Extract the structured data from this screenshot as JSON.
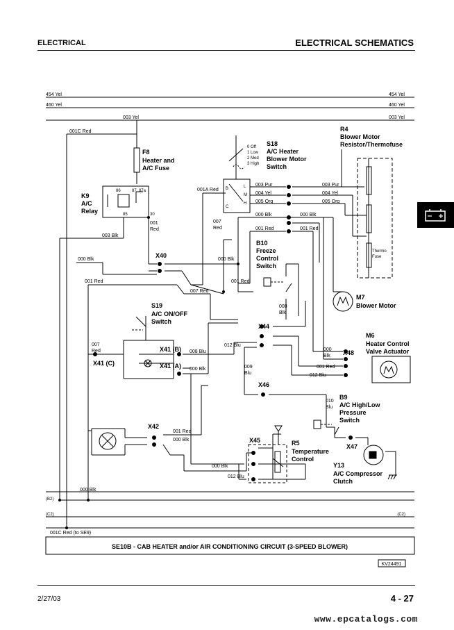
{
  "header": {
    "section": "ELECTRICAL",
    "title": "ELECTRICAL SCHEMATICS"
  },
  "footer": {
    "date": "2/27/03",
    "page": "4 - 27",
    "watermark": "www.epcatalogs.com"
  },
  "caption": "SE10B - CAB HEATER and/or AIR CONDITIONING CIRCUIT (3-SPEED BLOWER)",
  "figure_id": "KV24491",
  "wires": {
    "w454_left": "454 Yel",
    "w454_right": "454 Yel",
    "w460_left": "460 Yel",
    "w460_right": "460 Yel",
    "w003_top": "003 Yel",
    "w003_right": "003 Yel",
    "w001c_top": "001C Red",
    "w001c_bottom": "001C Red (to SE9)",
    "w003_blk": "003 Blk",
    "w000_blk_left": "000 Blk",
    "w001_red_f8a": "001",
    "w001_red_f8b": "Red",
    "w001a_red": "001A Red",
    "w007_a": "007",
    "w007_b": "Red",
    "w000_blk_x40": "000 Blk",
    "w001_red_left": "001 Red",
    "w001_red_mid": "001 Red",
    "w007_red_mid": "007 Red",
    "w003_pur_a": "003 Pur",
    "w004_yel_a": "004 Yel",
    "w005_org_a": "005 Org",
    "w003_pur_b": "003 Pur",
    "w004_yel_b": "004 Yel",
    "w005_org_b": "005 Org",
    "w000_blk_s18": "000 Blk",
    "w001_red_s18": "001 Red",
    "w000_blk_b": "000 Blk",
    "w001_red_b": "001 Red",
    "w008_a": "008",
    "w008_b": "Blk",
    "w012_blu_x44": "012 Blu",
    "w009_a": "009",
    "w009_b": "Blu",
    "w007_x41_a": "007",
    "w007_x41_b": "Red",
    "w008_blu": "008 Blu",
    "w000_blk_x41": "000 Blk",
    "w000_x48_a": "000",
    "w000_x48_b": "Blk",
    "w001_red_x48": "001 Red",
    "w012_blu_x48": "012 Blu",
    "w010_a": "010",
    "w010_b": "Blu",
    "w001_red_x42": "001 Red",
    "w000_blk_x42": "000 Blk",
    "w000_blk_x45": "000 Blk",
    "w012_blu_x45": "012 Blu",
    "w000_blk_bottom": "000 Blk",
    "ref_b2_left": "(B2)",
    "ref_c2_left": "(C2)",
    "ref_c2_right": "(C2)"
  },
  "components": {
    "f8": {
      "id": "F8",
      "name": [
        "Heater and",
        "A/C Fuse"
      ]
    },
    "k9": {
      "id": "K9",
      "name": [
        "A/C",
        "Relay"
      ],
      "pins": [
        "86",
        "87",
        "87a",
        "85",
        "30"
      ]
    },
    "s18": {
      "id": "S18",
      "name": [
        "A/C Heater",
        "Blower Motor",
        "Switch"
      ],
      "positions": [
        "0 Off",
        "1 Low",
        "2 Med",
        "3 High"
      ],
      "terms": [
        "L",
        "M",
        "H",
        "B",
        "C"
      ]
    },
    "r4": {
      "id": "R4",
      "name": [
        "Blower Motor",
        "Resistor/Thermofuse"
      ],
      "fuse": [
        "Thermo",
        "Fuse"
      ]
    },
    "m7": {
      "id": "M7",
      "name": [
        "Blower Motor"
      ]
    },
    "b10": {
      "id": "B10",
      "name": [
        "Freeze",
        "Control",
        "Switch"
      ]
    },
    "x40": {
      "id": "X40"
    },
    "s19": {
      "id": "S19",
      "name": [
        "A/C ON/OFF",
        "Switch"
      ]
    },
    "x44": {
      "id": "X44"
    },
    "m6": {
      "id": "M6",
      "name": [
        "Heater Control",
        "Valve Actuator"
      ]
    },
    "x48": {
      "id": "X48"
    },
    "x41b": {
      "id": "X41 (B)"
    },
    "x41a": {
      "id": "X41 (A)"
    },
    "x41c": {
      "id": "X41 (C)"
    },
    "x46": {
      "id": "X46"
    },
    "b9": {
      "id": "B9",
      "name": [
        "A/C High/Low",
        "Pressure",
        "Switch"
      ]
    },
    "x47": {
      "id": "X47"
    },
    "x42": {
      "id": "X42"
    },
    "x45": {
      "id": "X45"
    },
    "r5": {
      "id": "R5",
      "name": [
        "Temperature",
        "Control"
      ]
    },
    "y13": {
      "id": "Y13",
      "name": [
        "A/C Compressor",
        "Clutch"
      ]
    }
  }
}
